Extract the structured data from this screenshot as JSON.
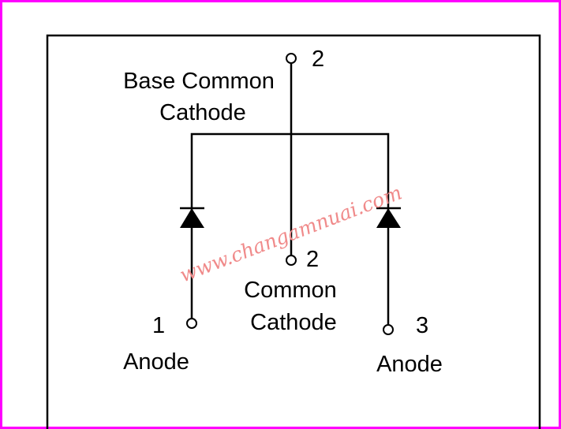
{
  "diagram": {
    "top_pin": {
      "number": "2",
      "label_line1": "Base Common",
      "label_line2": "Cathode"
    },
    "center_pin": {
      "number": "2",
      "label_line1": "Common",
      "label_line2": "Cathode"
    },
    "left_pin": {
      "number": "1",
      "label": "Anode"
    },
    "right_pin": {
      "number": "3",
      "label": "Anode"
    },
    "watermark": "www.changamnuai.com"
  },
  "colors": {
    "border": "#ff00ff",
    "watermark": "#f08a8a",
    "line": "#000000"
  }
}
